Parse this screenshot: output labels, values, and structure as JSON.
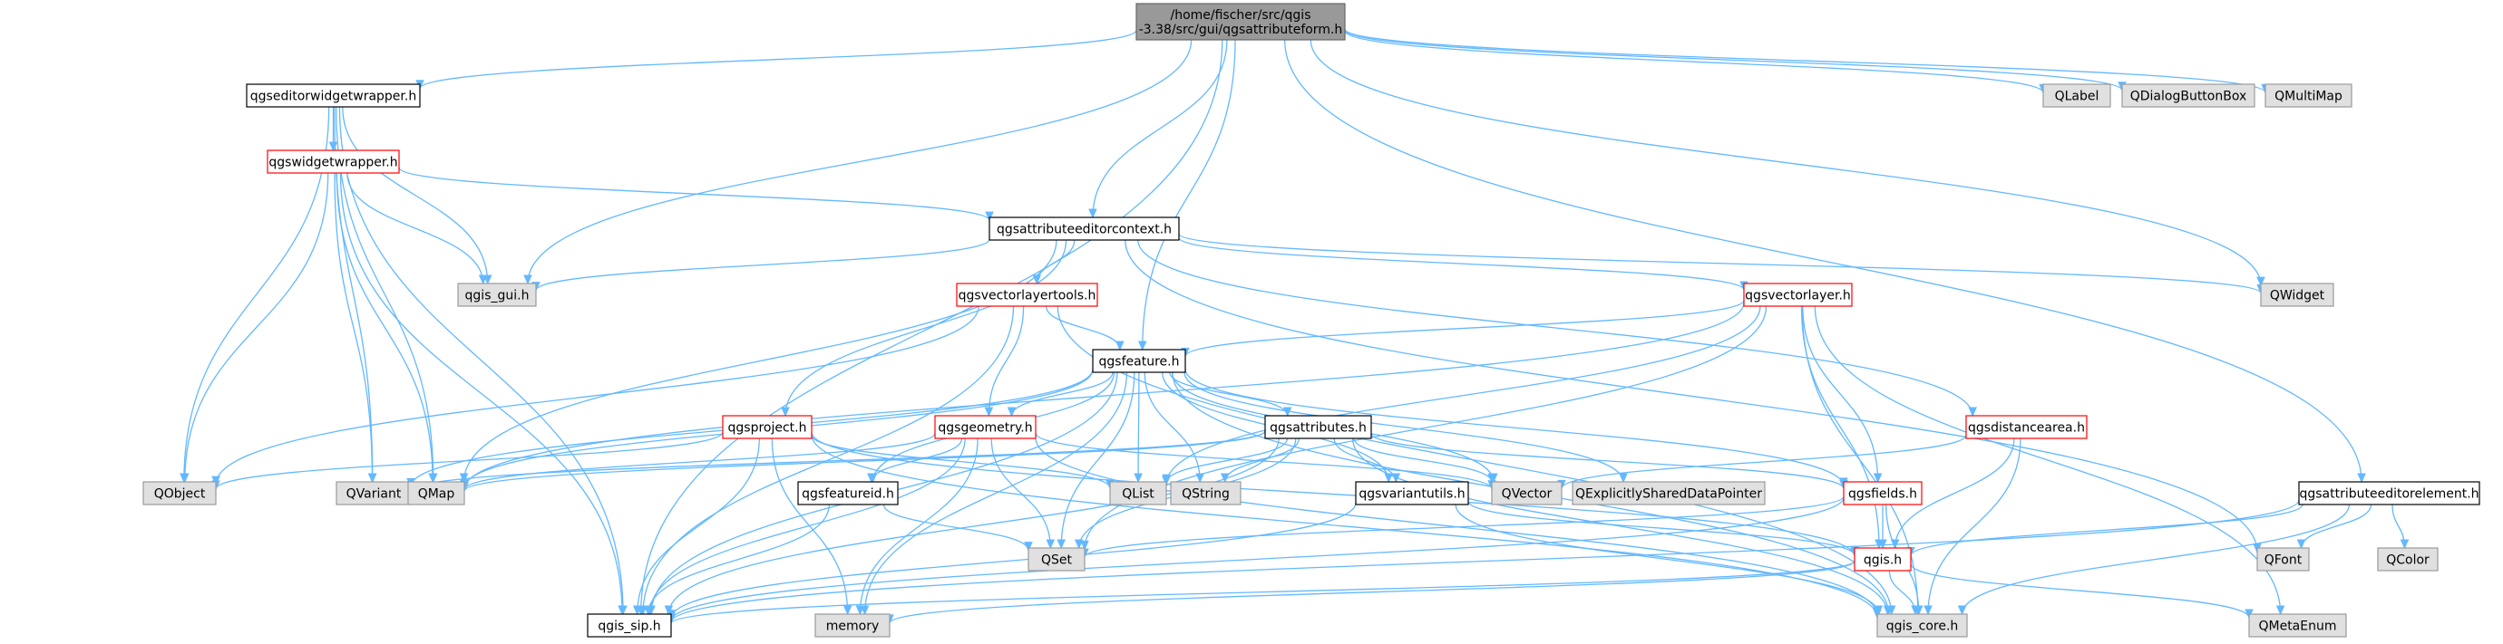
{
  "title": "/home/fischer/src/qgis-3.38/src/gui/qgsattributeform.h",
  "colors": {
    "edge": "#63b8ff",
    "root_fill": "#999999",
    "root_border": "#666666",
    "header_fill": "#ffffff",
    "header_border": "#000000",
    "truncated_border": "#ff0000",
    "external_fill": "#e0e0e0",
    "external_border": "#999999"
  },
  "nodes": [
    {
      "id": "root",
      "kind": "root",
      "lines": [
        "/home/fischer/src/qgis",
        "-3.38/src/gui/qgsattributeform.h"
      ]
    },
    {
      "id": "qgseditorwidgetwrapper",
      "kind": "header",
      "lines": [
        "qgseditorwidgetwrapper.h"
      ]
    },
    {
      "id": "qlabel",
      "kind": "external",
      "lines": [
        "QLabel"
      ]
    },
    {
      "id": "qdialogbuttonbox",
      "kind": "external",
      "lines": [
        "QDialogButtonBox"
      ]
    },
    {
      "id": "qmultimap",
      "kind": "external",
      "lines": [
        "QMultiMap"
      ]
    },
    {
      "id": "qgswidgetwrapper",
      "kind": "truncated",
      "lines": [
        "qgswidgetwrapper.h"
      ]
    },
    {
      "id": "qgsattributeeditorcontext",
      "kind": "header",
      "lines": [
        "qgsattributeeditorcontext.h"
      ]
    },
    {
      "id": "qgis_gui",
      "kind": "external",
      "lines": [
        "qgis_gui.h"
      ]
    },
    {
      "id": "qgsvectorlayertools",
      "kind": "truncated",
      "lines": [
        "qgsvectorlayertools.h"
      ]
    },
    {
      "id": "qgsvectorlayer",
      "kind": "truncated",
      "lines": [
        "qgsvectorlayer.h"
      ]
    },
    {
      "id": "qwidget",
      "kind": "external",
      "lines": [
        "QWidget"
      ]
    },
    {
      "id": "qgsfeature",
      "kind": "header",
      "lines": [
        "qgsfeature.h"
      ]
    },
    {
      "id": "qgsproject",
      "kind": "truncated",
      "lines": [
        "qgsproject.h"
      ]
    },
    {
      "id": "qgsgeometry",
      "kind": "truncated",
      "lines": [
        "qgsgeometry.h"
      ]
    },
    {
      "id": "qgsattributes",
      "kind": "header",
      "lines": [
        "qgsattributes.h"
      ]
    },
    {
      "id": "qgsdistancearea",
      "kind": "truncated",
      "lines": [
        "qgsdistancearea.h"
      ]
    },
    {
      "id": "qobject",
      "kind": "external",
      "lines": [
        "QObject"
      ]
    },
    {
      "id": "qvariant",
      "kind": "external",
      "lines": [
        "QVariant"
      ]
    },
    {
      "id": "qmap",
      "kind": "external",
      "lines": [
        "QMap"
      ]
    },
    {
      "id": "qgsfeatureid",
      "kind": "header",
      "lines": [
        "qgsfeatureid.h"
      ]
    },
    {
      "id": "qlist",
      "kind": "external",
      "lines": [
        "QList"
      ]
    },
    {
      "id": "qstring",
      "kind": "external",
      "lines": [
        "QString"
      ]
    },
    {
      "id": "qgsvariantutils",
      "kind": "header",
      "lines": [
        "qgsvariantutils.h"
      ]
    },
    {
      "id": "qvector",
      "kind": "external",
      "lines": [
        "QVector"
      ]
    },
    {
      "id": "qexplicitlyshareddatapointer",
      "kind": "external",
      "lines": [
        "QExplicitlySharedDataPointer"
      ]
    },
    {
      "id": "qgsfields",
      "kind": "truncated",
      "lines": [
        "qgsfields.h"
      ]
    },
    {
      "id": "qgsattributeeditorelement",
      "kind": "header",
      "lines": [
        "qgsattributeeditorelement.h"
      ]
    },
    {
      "id": "qfont",
      "kind": "external",
      "lines": [
        "QFont"
      ]
    },
    {
      "id": "qcolor",
      "kind": "external",
      "lines": [
        "QColor"
      ]
    },
    {
      "id": "qset",
      "kind": "external",
      "lines": [
        "QSet"
      ]
    },
    {
      "id": "qgis",
      "kind": "truncated",
      "lines": [
        "qgis.h"
      ]
    },
    {
      "id": "qgis_sip",
      "kind": "header",
      "lines": [
        "qgis_sip.h"
      ]
    },
    {
      "id": "memory",
      "kind": "external",
      "lines": [
        "memory"
      ]
    },
    {
      "id": "qgis_core",
      "kind": "external",
      "lines": [
        "qgis_core.h"
      ]
    },
    {
      "id": "qmetaenum",
      "kind": "external",
      "lines": [
        "QMetaEnum"
      ]
    }
  ],
  "edges": [
    [
      "root",
      "qgseditorwidgetwrapper"
    ],
    [
      "root",
      "qlabel"
    ],
    [
      "root",
      "qdialogbuttonbox"
    ],
    [
      "root",
      "qmultimap"
    ],
    [
      "root",
      "qgsattributeeditorcontext"
    ],
    [
      "root",
      "qgis_gui"
    ],
    [
      "root",
      "qwidget"
    ],
    [
      "root",
      "qgsfeature"
    ],
    [
      "root",
      "qgsattributeeditorelement"
    ],
    [
      "root",
      "qgis_sip"
    ],
    [
      "qgseditorwidgetwrapper",
      "qgswidgetwrapper"
    ],
    [
      "qgseditorwidgetwrapper",
      "qgis_gui"
    ],
    [
      "qgseditorwidgetwrapper",
      "qobject"
    ],
    [
      "qgseditorwidgetwrapper",
      "qvariant"
    ],
    [
      "qgseditorwidgetwrapper",
      "qmap"
    ],
    [
      "qgseditorwidgetwrapper",
      "qgis_sip"
    ],
    [
      "qgswidgetwrapper",
      "qgsattributeeditorcontext"
    ],
    [
      "qgswidgetwrapper",
      "qgis_gui"
    ],
    [
      "qgswidgetwrapper",
      "qobject"
    ],
    [
      "qgswidgetwrapper",
      "qvariant"
    ],
    [
      "qgswidgetwrapper",
      "qmap"
    ],
    [
      "qgswidgetwrapper",
      "qgis_sip"
    ],
    [
      "qgsattributeeditorcontext",
      "qgis_gui"
    ],
    [
      "qgsattributeeditorcontext",
      "qgsvectorlayertools"
    ],
    [
      "qgsattributeeditorcontext",
      "qgsvectorlayer"
    ],
    [
      "qgsattributeeditorcontext",
      "qwidget"
    ],
    [
      "qgsattributeeditorcontext",
      "qgsproject"
    ],
    [
      "qgsattributeeditorcontext",
      "qgsdistancearea"
    ],
    [
      "qgsattributeeditorcontext",
      "qmap"
    ],
    [
      "qgsattributeeditorcontext",
      "qfont"
    ],
    [
      "qgsvectorlayertools",
      "qgsfeature"
    ],
    [
      "qgsvectorlayertools",
      "qgsgeometry"
    ],
    [
      "qgsvectorlayertools",
      "qobject"
    ],
    [
      "qgsvectorlayertools",
      "qgis_sip"
    ],
    [
      "qgsvectorlayertools",
      "qgis_core"
    ],
    [
      "qgsvectorlayer",
      "qgsfeature"
    ],
    [
      "qgsvectorlayer",
      "qgsfields"
    ],
    [
      "qgsvectorlayer",
      "qgis"
    ],
    [
      "qgsvectorlayer",
      "qset"
    ],
    [
      "qgsvectorlayer",
      "qlist"
    ],
    [
      "qgsvectorlayer",
      "qmap"
    ],
    [
      "qgsvectorlayer",
      "qgis_core"
    ],
    [
      "qgsvectorlayer",
      "qmetaenum"
    ],
    [
      "qgsfeature",
      "qgsgeometry"
    ],
    [
      "qgsfeature",
      "qgsattributes"
    ],
    [
      "qgsfeature",
      "qgsfeatureid"
    ],
    [
      "qgsfeature",
      "qgsfields"
    ],
    [
      "qgsfeature",
      "qlist"
    ],
    [
      "qgsfeature",
      "qstring"
    ],
    [
      "qgsfeature",
      "qvector"
    ],
    [
      "qgsfeature",
      "qset"
    ],
    [
      "qgsfeature",
      "qmap"
    ],
    [
      "qgsfeature",
      "qvariant"
    ],
    [
      "qgsfeature",
      "qexplicitlyshareddatapointer"
    ],
    [
      "qgsfeature",
      "qgsvariantutils"
    ],
    [
      "qgsfeature",
      "qgis_sip"
    ],
    [
      "qgsfeature",
      "memory"
    ],
    [
      "qgsfeature",
      "qgis_core"
    ],
    [
      "qgsproject",
      "qgis_sip"
    ],
    [
      "qgsproject",
      "qgis_core"
    ],
    [
      "qgsproject",
      "qobject"
    ],
    [
      "qgsproject",
      "qlist"
    ],
    [
      "qgsproject",
      "memory"
    ],
    [
      "qgsproject",
      "qgis"
    ],
    [
      "qgsgeometry",
      "qgsfeatureid"
    ],
    [
      "qgsgeometry",
      "qset"
    ],
    [
      "qgsgeometry",
      "qvector"
    ],
    [
      "qgsgeometry",
      "qgis_sip"
    ],
    [
      "qgsgeometry",
      "memory"
    ],
    [
      "qgsgeometry",
      "qgis_core"
    ],
    [
      "qgsgeometry",
      "qmap"
    ],
    [
      "qgsattributes",
      "qmap"
    ],
    [
      "qgsattributes",
      "qstring"
    ],
    [
      "qgsattributes",
      "qvariant"
    ],
    [
      "qgsattributes",
      "qlist"
    ],
    [
      "qgsattributes",
      "qvector"
    ],
    [
      "qgsattributes",
      "qset"
    ],
    [
      "qgsattributes",
      "qgsvariantutils"
    ],
    [
      "qgsattributes",
      "qgsfields"
    ],
    [
      "qgsattributes",
      "qgis_core"
    ],
    [
      "qgsattributes",
      "qgis_sip"
    ],
    [
      "qgsfeatureid",
      "qset"
    ],
    [
      "qgsfeatureid",
      "qgis_sip"
    ],
    [
      "qgsvariantutils",
      "qgis"
    ],
    [
      "qgsvariantutils",
      "qgis_core"
    ],
    [
      "qgsvariantutils",
      "qgis_sip"
    ],
    [
      "qgsdistancearea",
      "qvector"
    ],
    [
      "qgsdistancearea",
      "qgis"
    ],
    [
      "qgsdistancearea",
      "qgis_core"
    ],
    [
      "qgsfields",
      "qgis"
    ],
    [
      "qgsfields",
      "qgis_core"
    ],
    [
      "qgsfields",
      "qgis_sip"
    ],
    [
      "qgsfields",
      "qset"
    ],
    [
      "qgsattributeeditorelement",
      "qgis"
    ],
    [
      "qgsattributeeditorelement",
      "qfont"
    ],
    [
      "qgsattributeeditorelement",
      "qcolor"
    ],
    [
      "qgsattributeeditorelement",
      "qgis_core"
    ],
    [
      "qgsattributeeditorelement",
      "qgis_sip"
    ],
    [
      "qgis",
      "qgis_sip"
    ],
    [
      "qgis",
      "qgis_core"
    ],
    [
      "qgis",
      "qmetaenum"
    ],
    [
      "qgis",
      "memory"
    ]
  ]
}
